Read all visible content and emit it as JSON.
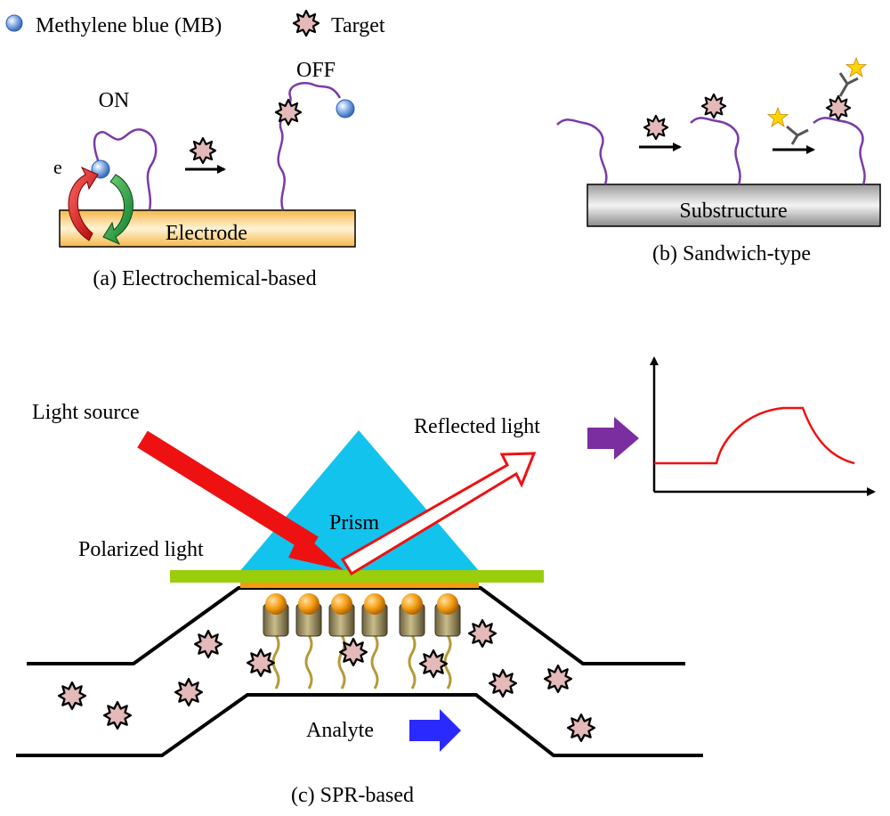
{
  "legend": {
    "mb_label": "Methylene blue (MB)",
    "target_label": "Target"
  },
  "panel_a": {
    "on_label": "ON",
    "off_label": "OFF",
    "electron_label": "e",
    "electrode_label": "Electrode",
    "caption": "(a) Electrochemical-based"
  },
  "panel_b": {
    "substructure_label": "Substructure",
    "caption": "(b) Sandwich-type"
  },
  "panel_c": {
    "light_source_label": "Light source",
    "reflected_light_label": "Reflected light",
    "prism_label": "Prism",
    "polarized_light_label": "Polarized light",
    "analyte_label": "Analyte",
    "caption": "(c) SPR-based"
  },
  "colors": {
    "mb_blue": "#5b8fd6",
    "electrode": "#f6b84a",
    "prism": "#12c3ee",
    "polarizer": "#9acd0a",
    "red": "#ee1111",
    "purple_arrow": "#7a2ea0",
    "blue_arrow": "#2a2aff",
    "strand": "#7a3aa8",
    "target_fill": "#e4b9b9"
  }
}
